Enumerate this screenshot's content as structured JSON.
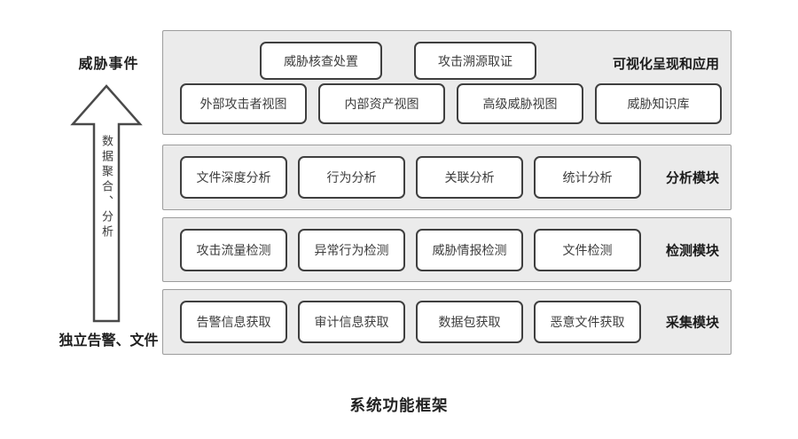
{
  "caption": "系统功能框架",
  "left_flow": {
    "top_label": "威胁事件",
    "arrow_label": "数据聚合、分析",
    "bottom_label": "独立告警、文件"
  },
  "layers": {
    "visualization": {
      "label": "可视化呈现和应用",
      "row1": [
        "威胁核查处置",
        "攻击溯源取证"
      ],
      "row2": [
        "外部攻击者视图",
        "内部资产视图",
        "高级威胁视图",
        "威胁知识库"
      ]
    },
    "analysis": {
      "label": "分析模块",
      "boxes": [
        "文件深度分析",
        "行为分析",
        "关联分析",
        "统计分析"
      ]
    },
    "detection": {
      "label": "检测模块",
      "boxes": [
        "攻击流量检测",
        "异常行为检测",
        "威胁情报检测",
        "文件检测"
      ]
    },
    "collection": {
      "label": "采集模块",
      "boxes": [
        "告警信息获取",
        "审计信息获取",
        "数据包获取",
        "恶意文件获取"
      ]
    }
  },
  "colors": {
    "band_background": "#ebebeb",
    "band_border": "#9c9c9c",
    "box_background": "#ffffff",
    "box_border": "#3f3f3f",
    "arrow_outline": "#4a4a4a",
    "text": "#3d3d3d"
  }
}
